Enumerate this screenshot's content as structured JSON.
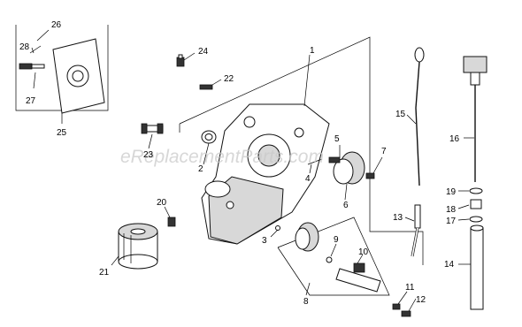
{
  "watermark": "eReplacementParts.com",
  "labels": {
    "l1": "1",
    "l2": "2",
    "l3": "3",
    "l4": "4",
    "l5": "5",
    "l6": "6",
    "l7": "7",
    "l8": "8",
    "l9": "9",
    "l10": "10",
    "l11": "11",
    "l12": "12",
    "l13": "13",
    "l14": "14",
    "l15": "15",
    "l16": "16",
    "l17": "17",
    "l18": "18",
    "l19": "19",
    "l20": "20",
    "l21": "21",
    "l22": "22",
    "l23": "23",
    "l24": "24",
    "l25": "25",
    "l26": "26",
    "l27": "27",
    "l28": "28"
  }
}
